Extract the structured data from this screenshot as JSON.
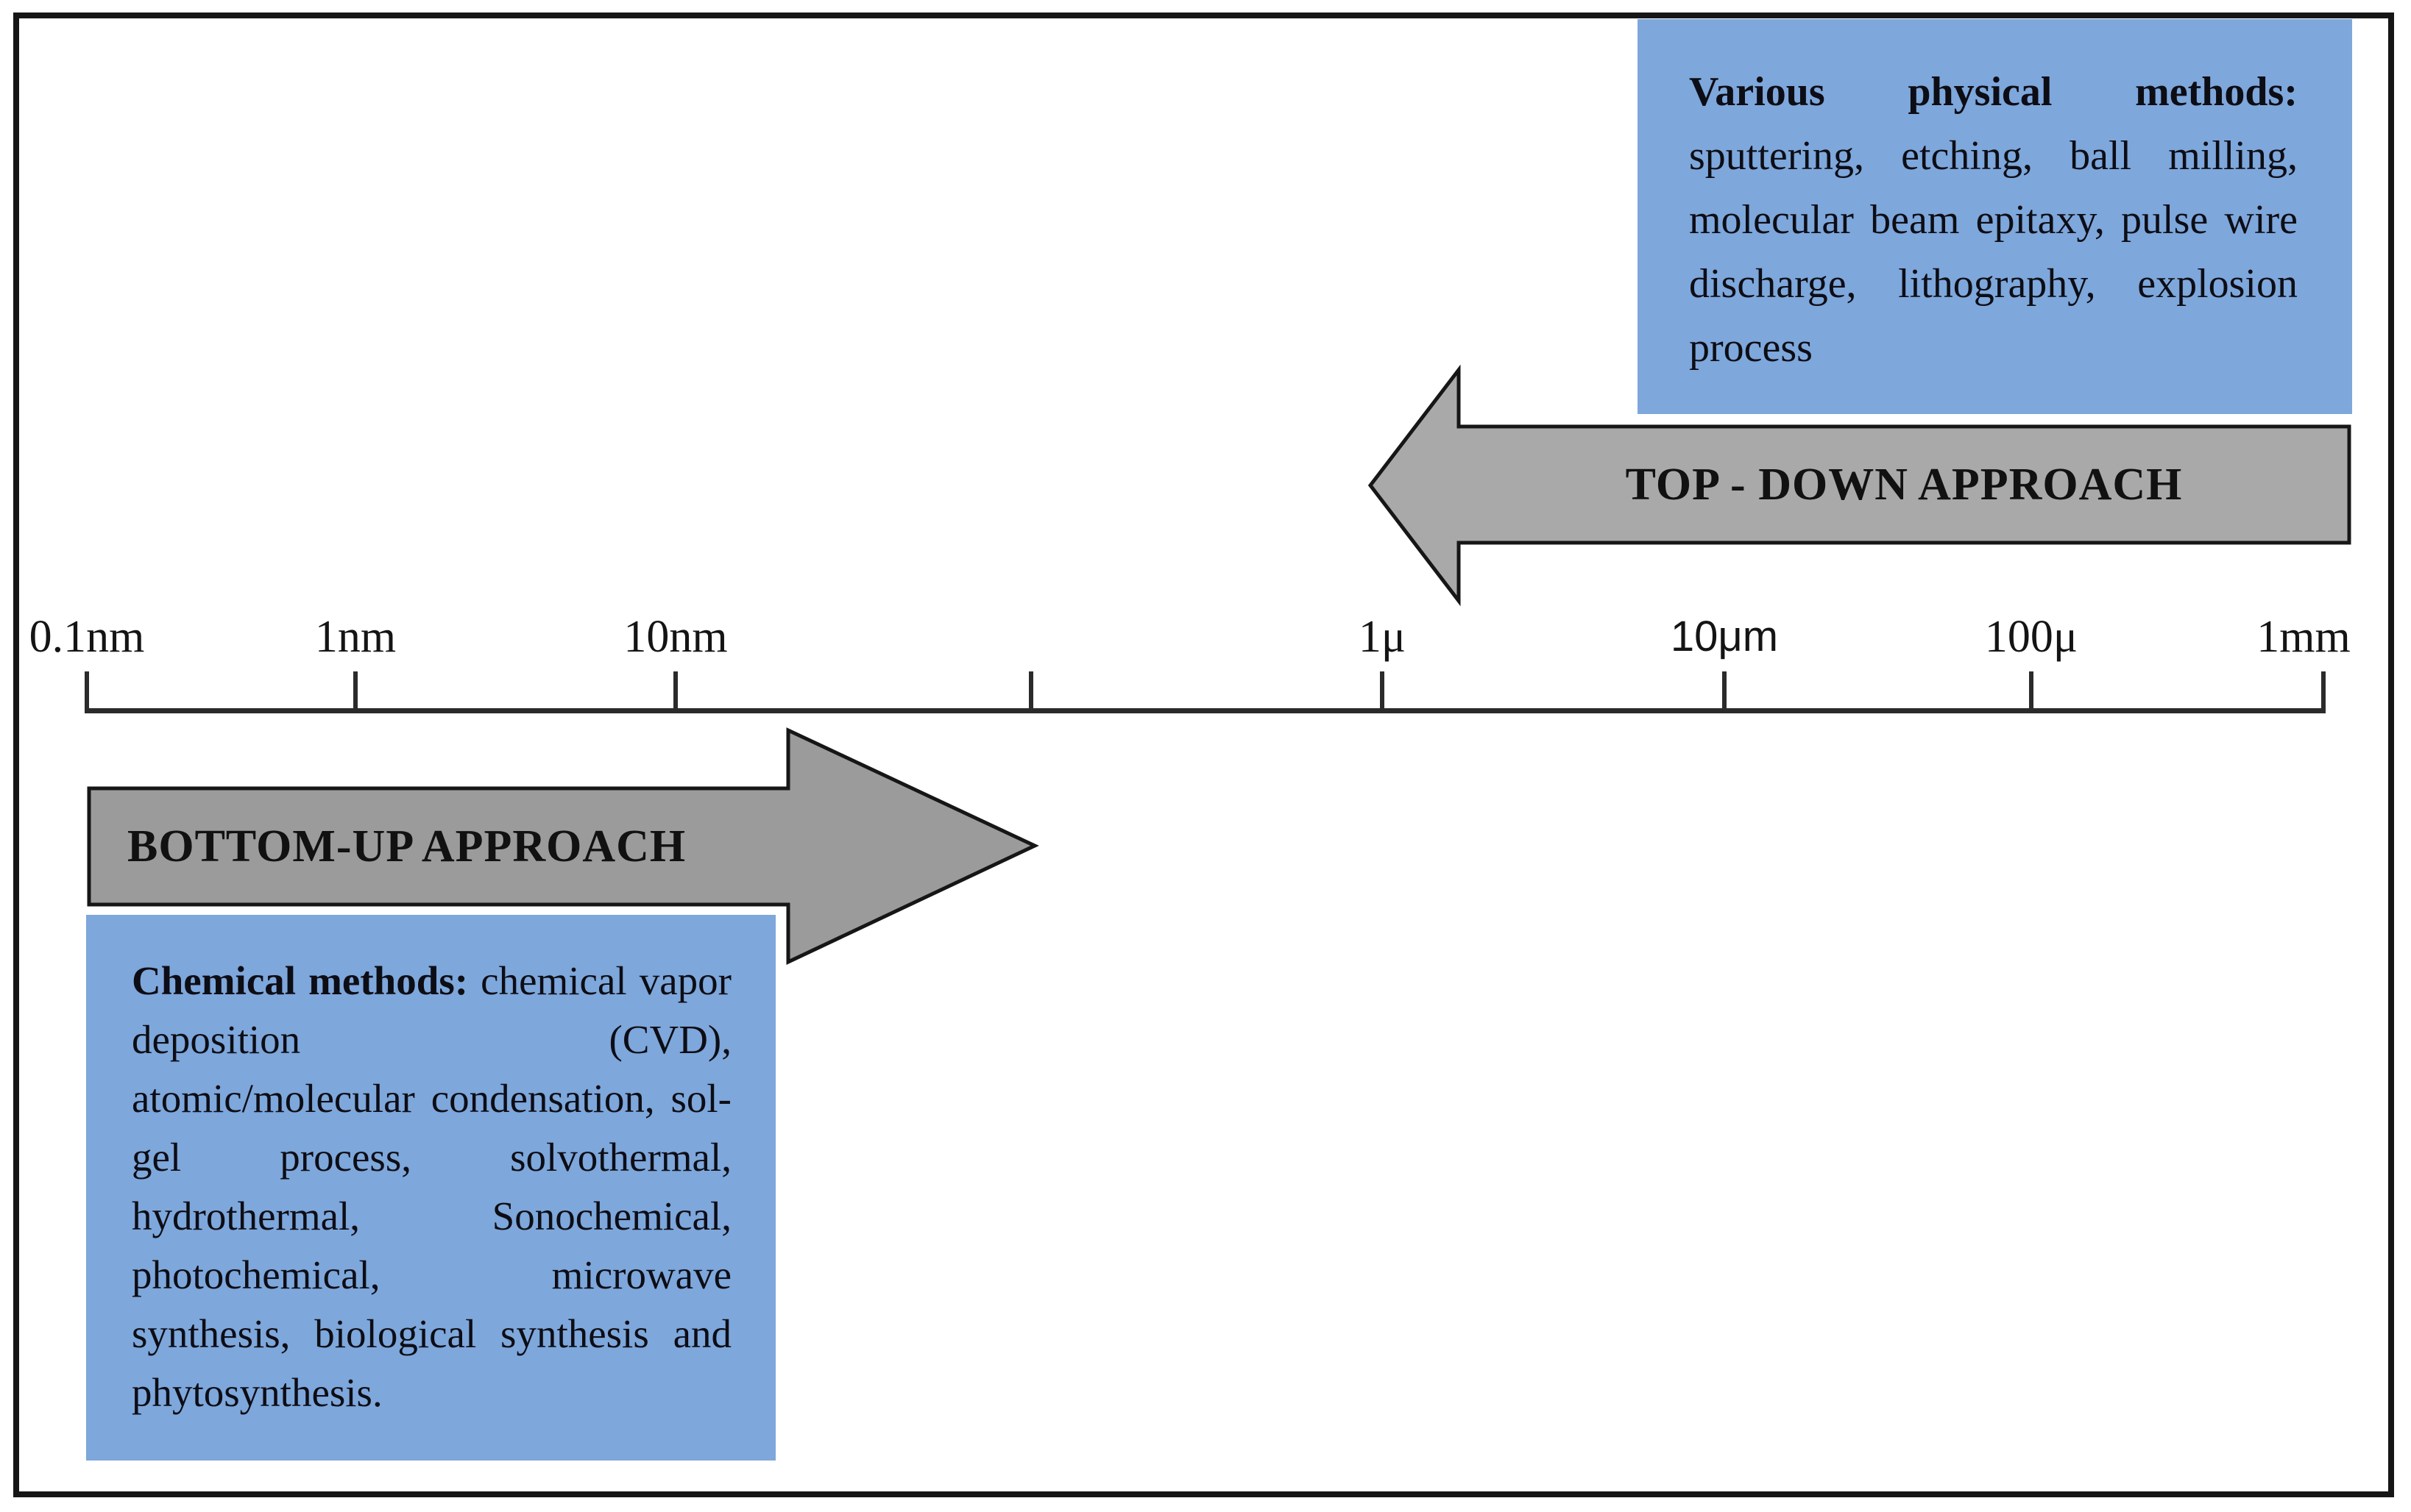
{
  "colors": {
    "box_blue": "#7ea7db",
    "arrow_gray_top": "#a9a9a9",
    "arrow_gray_bottom": "#9b9b9b",
    "border_black": "#161616"
  },
  "physical_box": {
    "heading": "Various physical methods:",
    "lines": [
      "sputtering, etching, ball milling,",
      "molecular beam epitaxy, pulse wire",
      "discharge, lithography, explosion",
      "process"
    ]
  },
  "arrows": {
    "top_down_label": "TOP - DOWN APPROACH",
    "bottom_up_label": "BOTTOM-UP APPROACH"
  },
  "scale_axis": {
    "tick_labels": [
      "0.1nm",
      "1nm",
      "10nm",
      "",
      "1μ",
      "10μm",
      "100μ",
      "1mm"
    ]
  },
  "chemical_box": {
    "heading": "Chemical methods:",
    "heading_rest": "chemical vapor",
    "lines": [
      "deposition (CVD),",
      "atomic/molecular condensation, sol-",
      "gel process, solvothermal,",
      "hydrothermal, Sonochemical,",
      "photochemical, microwave",
      "synthesis, biological synthesis and",
      "phytosynthesis."
    ]
  }
}
